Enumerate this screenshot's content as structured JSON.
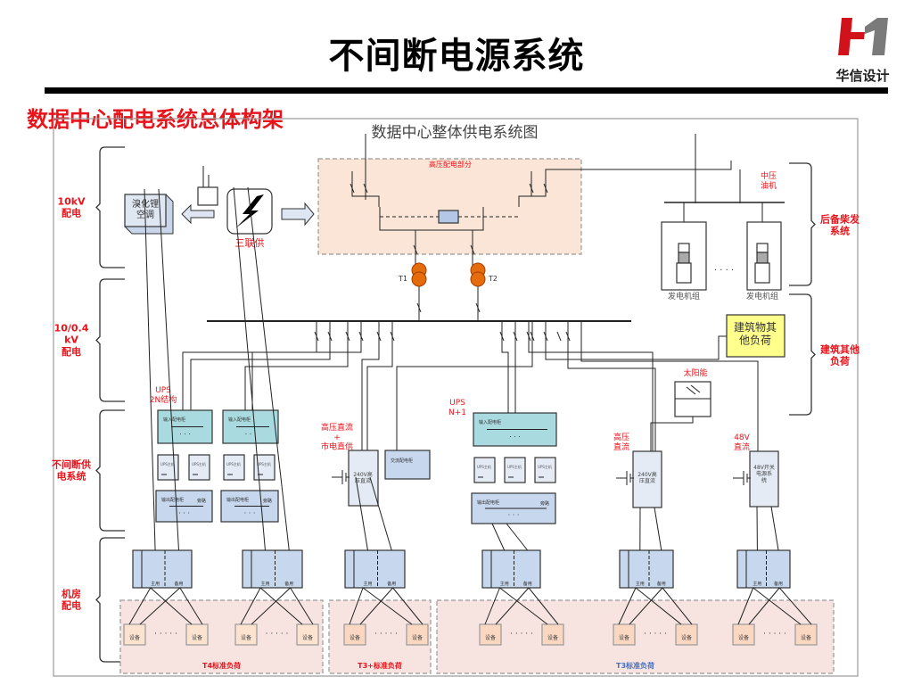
{
  "page": {
    "title": "不间断电源系统",
    "logo_text": "华信设计",
    "subtitle": "数据中心配电系统总体构架"
  },
  "diagram": {
    "title": "数据中心整体供电系统图",
    "left_sections": [
      "10kV\n配电",
      "10/0.4\nkV\n配电",
      "不间断供\n电系统",
      "机房\n配电"
    ],
    "right_sections": [
      "后备柴发\n系统",
      "建筑其他\n负荷"
    ],
    "hv_section": "高压配电部分",
    "chiller": "溴化锂\n空调",
    "cchp": "三联供",
    "transformers": [
      "T1",
      "T2"
    ],
    "mv_generator": "中压\n油机",
    "generator_label": "发电机组",
    "generator_dots": "· · · ·",
    "building_load": "建筑物其\n他负荷",
    "solar": "太阳能",
    "ups_2n": "UPS\n2N结构",
    "ups_n1": "UPS\nN+1",
    "hvdc_mains": "高压直流\n+\n市电直供",
    "hvdc": "高压\n直流",
    "dc48": "48V\n直流",
    "hvdc_box": "240V高\n压直流",
    "dc48_box": "48V开关\n电源系\n统",
    "ac_panel": "交流配电柜",
    "input_panel": "输入配电柜",
    "output_panel": "输出配电柜",
    "ups_unit": "UPS主机",
    "bypass": "旁路",
    "cabinet_main": "主用",
    "cabinet_backup": "备用",
    "device": "设备",
    "device_dots": "· · · · ·",
    "load_zones": [
      "T4标准负荷",
      "T3+标准负荷",
      "T3标准负荷"
    ],
    "colors": {
      "accent_red": "#e8141b",
      "hv_zone": "#fbe5d6",
      "input_panel": "#a9dadf",
      "panel_blue": "#c6d7ee",
      "load_zone": "#f7e4e1",
      "device": "#fbe3cf",
      "transformer": "#e46c0a",
      "building_load": "#ffff8c",
      "t3_label": "#4472c4"
    }
  }
}
